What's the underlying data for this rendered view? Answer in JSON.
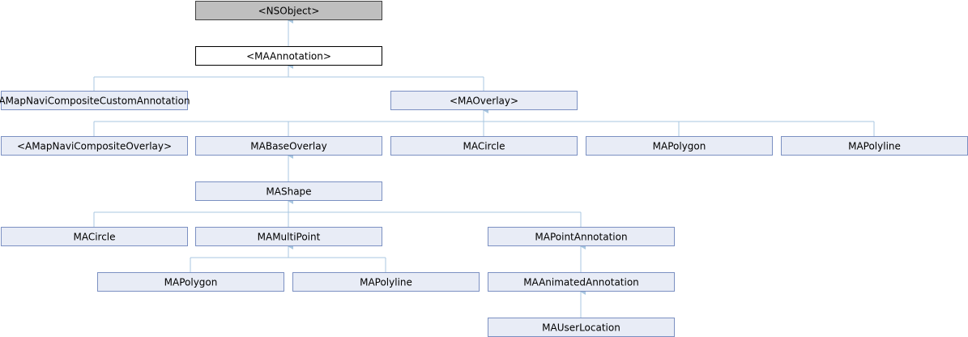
{
  "colors": {
    "root_fill": "#bfbfbf",
    "root_stroke": "#404040",
    "focus_fill": "#ffffff",
    "focus_stroke": "#000000",
    "class_fill": "#e8ecf6",
    "class_stroke": "#7b90c2",
    "edge": "#a9c7e0"
  },
  "nodes": [
    {
      "id": "nsobject",
      "label": "<NSObject>",
      "style": "root"
    },
    {
      "id": "maannotation",
      "label": "<MAAnnotation>",
      "style": "focus"
    },
    {
      "id": "amapnavi-composite-custom-annotation",
      "label": "AMapNaviCompositeCustomAnnotation",
      "style": "class"
    },
    {
      "id": "maoverlay",
      "label": "<MAOverlay>",
      "style": "class"
    },
    {
      "id": "amapnavi-composite-overlay",
      "label": "<AMapNaviCompositeOverlay>",
      "style": "class"
    },
    {
      "id": "mabaseoverlay",
      "label": "MABaseOverlay",
      "style": "class"
    },
    {
      "id": "macircle-1",
      "label": "MACircle",
      "style": "class"
    },
    {
      "id": "mapolygon-1",
      "label": "MAPolygon",
      "style": "class"
    },
    {
      "id": "mapolyline-1",
      "label": "MAPolyline",
      "style": "class"
    },
    {
      "id": "mashape",
      "label": "MAShape",
      "style": "class"
    },
    {
      "id": "macircle-2",
      "label": "MACircle",
      "style": "class"
    },
    {
      "id": "mamultipoint",
      "label": "MAMultiPoint",
      "style": "class"
    },
    {
      "id": "mapointannotation",
      "label": "MAPointAnnotation",
      "style": "class"
    },
    {
      "id": "mapolygon-2",
      "label": "MAPolygon",
      "style": "class"
    },
    {
      "id": "mapolyline-2",
      "label": "MAPolyline",
      "style": "class"
    },
    {
      "id": "maanimatedannotation",
      "label": "MAAnimatedAnnotation",
      "style": "class"
    },
    {
      "id": "mauserlocation",
      "label": "MAUserLocation",
      "style": "class"
    }
  ],
  "edges": [
    {
      "parent": "nsobject",
      "children": [
        "maannotation"
      ]
    },
    {
      "parent": "maannotation",
      "children": [
        "amapnavi-composite-custom-annotation",
        "maoverlay"
      ]
    },
    {
      "parent": "maoverlay",
      "children": [
        "amapnavi-composite-overlay",
        "mabaseoverlay",
        "macircle-1",
        "mapolygon-1",
        "mapolyline-1"
      ]
    },
    {
      "parent": "mabaseoverlay",
      "children": [
        "mashape"
      ]
    },
    {
      "parent": "mashape",
      "children": [
        "macircle-2",
        "mamultipoint",
        "mapointannotation"
      ]
    },
    {
      "parent": "mamultipoint",
      "children": [
        "mapolygon-2",
        "mapolyline-2"
      ]
    },
    {
      "parent": "mapointannotation",
      "children": [
        "maanimatedannotation"
      ]
    },
    {
      "parent": "maanimatedannotation",
      "children": [
        "mauserlocation"
      ]
    }
  ]
}
